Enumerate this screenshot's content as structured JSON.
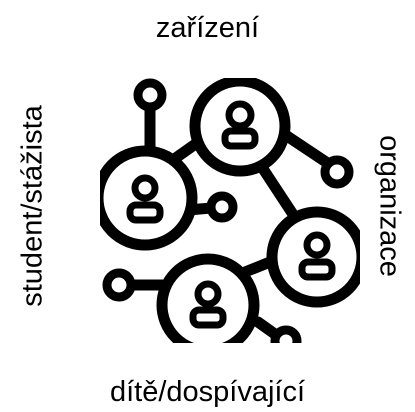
{
  "labels": {
    "top": "zařízení",
    "right": "organizace",
    "bottom": "dítě/dospívající",
    "left": "student/stážista"
  },
  "icon": {
    "name": "network-people-icon",
    "stroke_color": "#000000",
    "background_color": "#ffffff"
  }
}
